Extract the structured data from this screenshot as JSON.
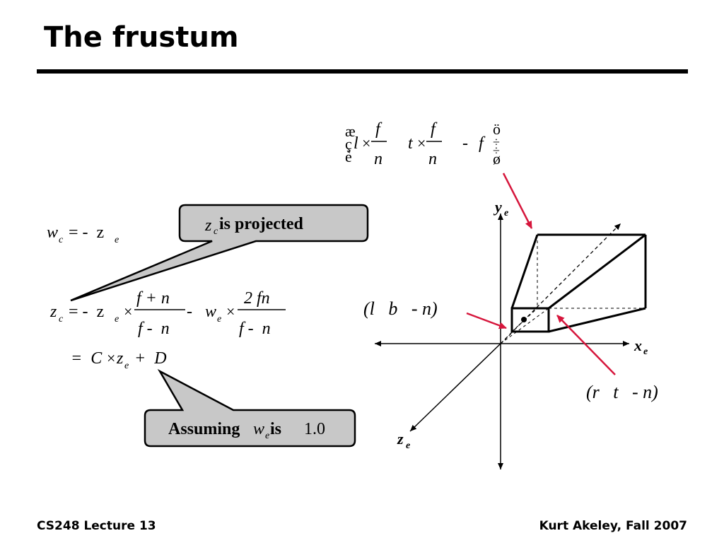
{
  "slide": {
    "title": "The frustum"
  },
  "equations": {
    "wc_lhs": "w",
    "wc_lhs_sub": "c",
    "wc_rhs": "= -  z",
    "wc_rhs_sub": "e",
    "zc_lhs": "z",
    "zc_lhs_sub": "c",
    "zc_eq": "= -  z",
    "zc_ze_sub": "e",
    "times": "×",
    "frac1_num": "f + n",
    "frac1_den": "f -  n",
    "minus": "-",
    "we": "w",
    "we_sub": "e",
    "frac2_num": "2 fn",
    "frac2_den": "f -  n",
    "line2_a": "=  C",
    "line2_z": "z",
    "line2_z_sub": "e",
    "line2_b": "+  D"
  },
  "callouts": {
    "projected_var": "z",
    "projected_sub": "c",
    "projected_text": " is projected",
    "assuming_text": "Assuming ",
    "assuming_var": "w",
    "assuming_sub": "e",
    "assuming_is": " is ",
    "assuming_val": "1.0"
  },
  "top_formula": {
    "paren_top": "æ",
    "paren_mid": "ç",
    "paren_bot": "è",
    "l": "l",
    "times1": "×",
    "f1": "f",
    "n1": "n",
    "t": "t",
    "times2": "×",
    "f2": "f",
    "n2": "n",
    "minus": "-",
    "f3": "f",
    "close_top": "ö",
    "close_mid1": "÷",
    "close_mid2": "÷",
    "close_bot": "ø"
  },
  "diagram": {
    "axis_y": "y",
    "axis_y_sub": "e",
    "axis_x": "x",
    "axis_x_sub": "e",
    "axis_z": "z",
    "axis_z_sub": "e",
    "near_corner_label": "(l   b   - n)",
    "far_corner_label": "(r   t   - n)",
    "arrow_color": "#d6163c"
  },
  "footer": {
    "left": "CS248 Lecture 13",
    "right": "Kurt Akeley, Fall 2007"
  }
}
